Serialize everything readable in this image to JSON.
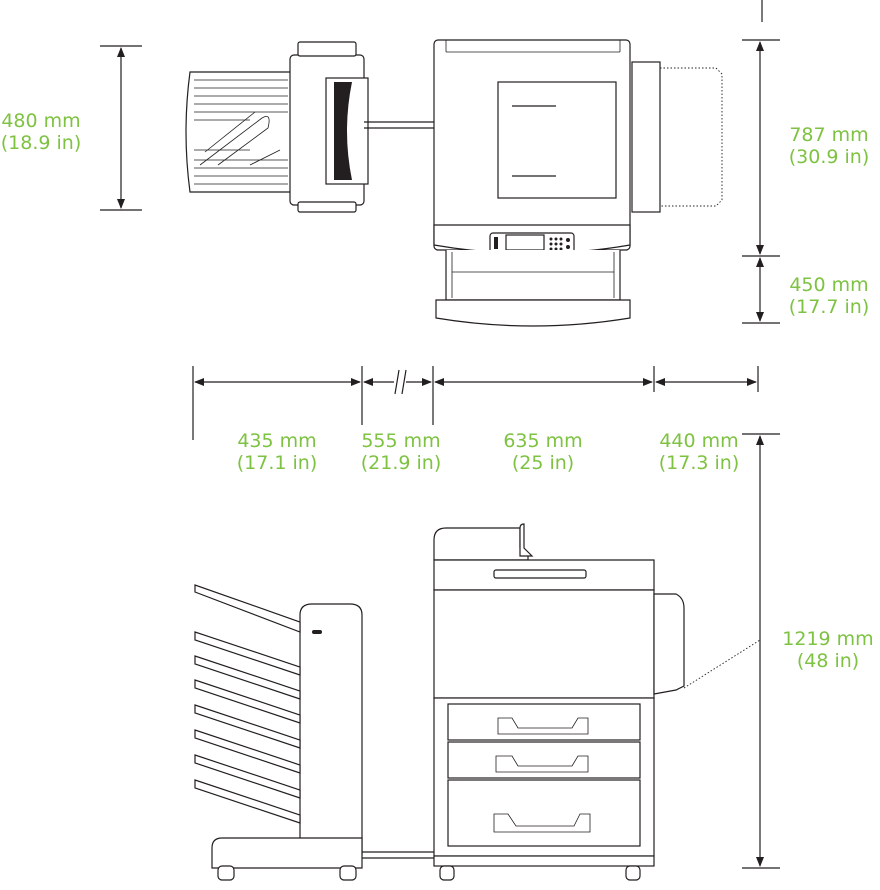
{
  "colors": {
    "label": "#7ec242",
    "line": "#231f20"
  },
  "dimensions": {
    "finisher_depth": {
      "metric": "480 mm",
      "imperial": "(18.9 in)"
    },
    "printer_depth": {
      "metric": "787 mm",
      "imperial": "(30.9 in)"
    },
    "tray_extension": {
      "metric": "450 mm",
      "imperial": "(17.7 in)"
    },
    "finisher_width": {
      "metric": "435 mm",
      "imperial": "(17.1 in)"
    },
    "gap_width": {
      "metric": "555 mm",
      "imperial": "(21.9 in)"
    },
    "printer_width": {
      "metric": "635 mm",
      "imperial": "(25 in)"
    },
    "side_extension": {
      "metric": "440 mm",
      "imperial": "(17.3 in)"
    },
    "total_height": {
      "metric": "1219 mm",
      "imperial": "(48 in)"
    }
  }
}
